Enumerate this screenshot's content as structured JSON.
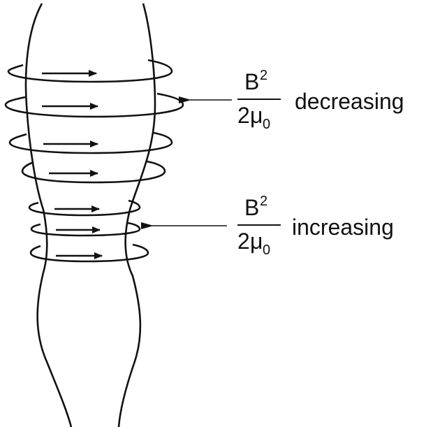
{
  "labels": {
    "upper": {
      "numerator_base": "B",
      "numerator_exp": "2",
      "denominator_coef": "2",
      "denominator_mu": "μ",
      "denominator_sub": "0",
      "word": "decreasing"
    },
    "lower": {
      "numerator_base": "B",
      "numerator_exp": "2",
      "denominator_coef": "2",
      "denominator_mu": "μ",
      "denominator_sub": "0",
      "word": "increasing"
    }
  },
  "colors": {
    "ink": "#111111",
    "background": "#ffffff"
  }
}
